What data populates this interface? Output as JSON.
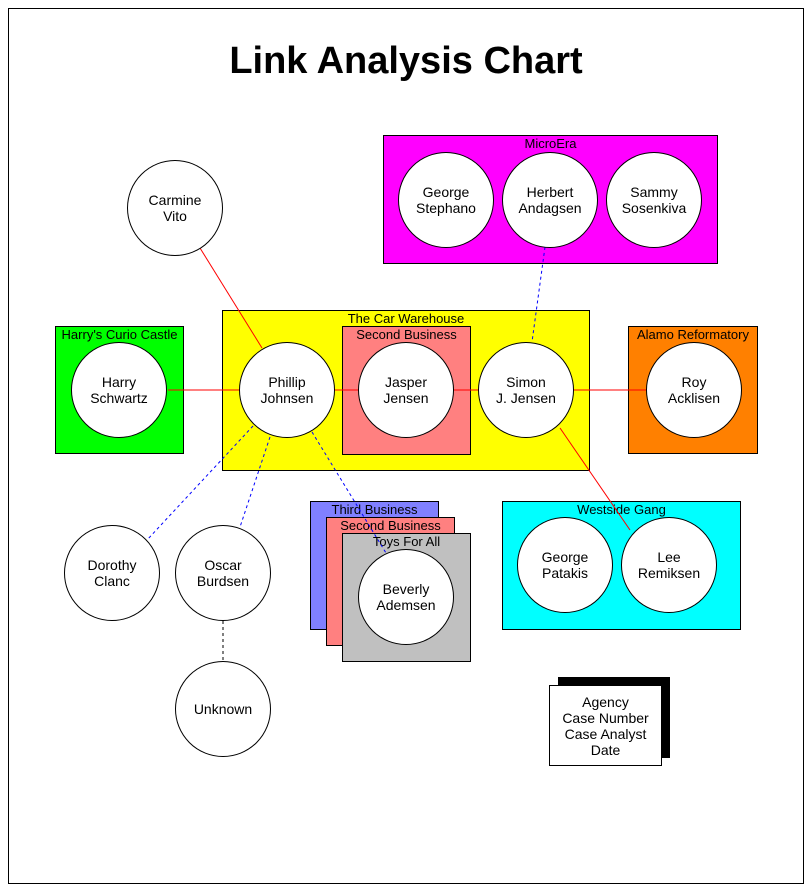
{
  "title": "Link Analysis Chart",
  "colors": {
    "microera": "#ff00ff",
    "car_warehouse": "#ffff00",
    "second_business": "#ff8080",
    "harrys": "#00ff00",
    "alamo": "#ff8000",
    "westside": "#00ffff",
    "third_business": "#8080ff",
    "toys_for_all": "#c0c0c0",
    "solid_link": "#ff0000",
    "dashed_link": "#0000ff"
  },
  "groups": {
    "microera": "MicroEra",
    "car_warehouse": "The Car Warehouse",
    "second_business_inner": "Second Business",
    "harrys": "Harry's Curio Castle",
    "alamo": "Alamo Reformatory",
    "westside": "Westside Gang",
    "third_business": "Third Business",
    "second_business_stack": "Second Business",
    "toys_for_all": "Toys For All"
  },
  "people": {
    "carmine": [
      "Carmine",
      "Vito"
    ],
    "george_s": [
      "George",
      "Stephano"
    ],
    "herbert": [
      "Herbert",
      "Andagsen"
    ],
    "sammy": [
      "Sammy",
      "Sosenkiva"
    ],
    "harry": [
      "Harry",
      "Schwartz"
    ],
    "phillip": [
      "Phillip",
      "Johnsen"
    ],
    "jasper": [
      "Jasper",
      "Jensen"
    ],
    "simon": [
      "Simon",
      "J. Jensen"
    ],
    "roy": [
      "Roy",
      "Acklisen"
    ],
    "dorothy": [
      "Dorothy",
      "Clanc"
    ],
    "oscar": [
      "Oscar",
      "Burdsen"
    ],
    "beverly": [
      "Beverly",
      "Ademsen"
    ],
    "george_p": [
      "George",
      "Patakis"
    ],
    "lee": [
      "Lee",
      "Remiksen"
    ],
    "unknown": [
      "Unknown"
    ]
  },
  "info_card": [
    "Agency",
    "Case Number",
    "Case Analyst",
    "Date"
  ]
}
